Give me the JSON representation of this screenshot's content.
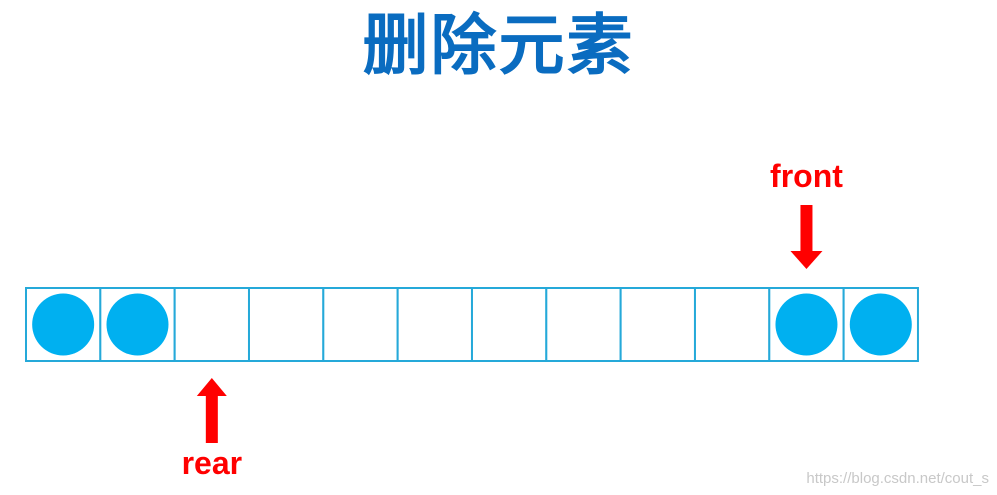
{
  "title": "删除元素",
  "queue": {
    "cell_count": 12,
    "filled_cells": [
      0,
      1,
      10,
      11
    ],
    "cell_border_color": "#25a9d9",
    "element_color": "#00b0f0"
  },
  "pointers": {
    "front": {
      "label": "front",
      "cell_index": 10,
      "position": "above"
    },
    "rear": {
      "label": "rear",
      "cell_index": 2,
      "position": "below"
    },
    "color": "#ff0000"
  },
  "watermark": "https://blog.csdn.net/cout_s"
}
